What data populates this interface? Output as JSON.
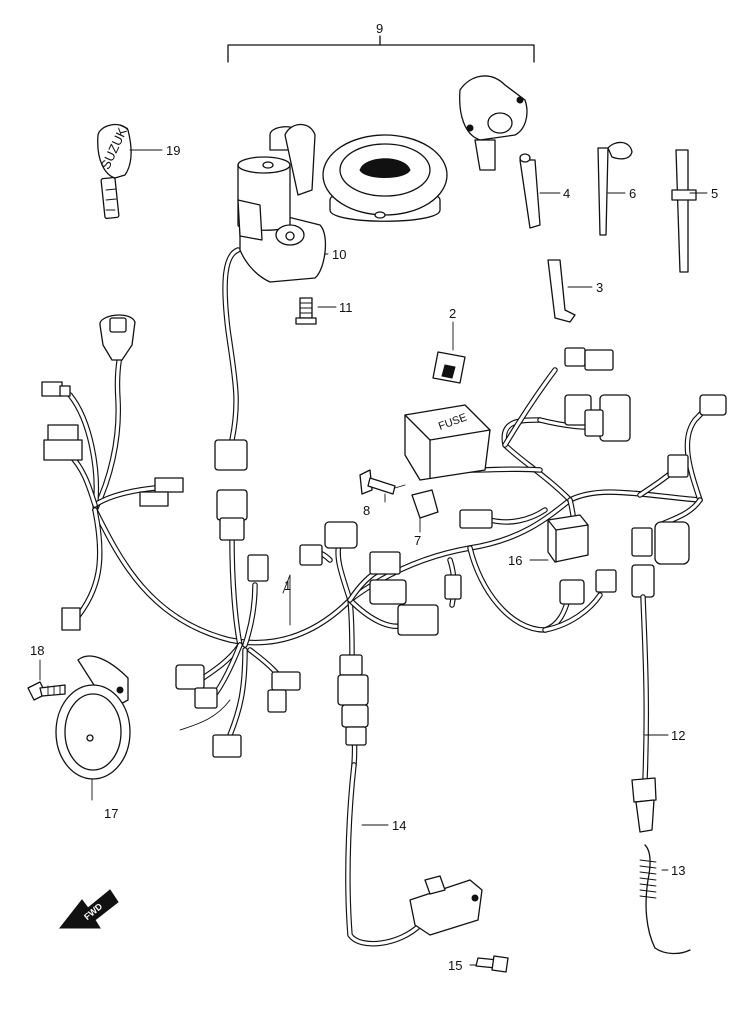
{
  "callouts": {
    "c1": "1",
    "c2": "2",
    "c3": "3",
    "c4": "4",
    "c5": "5",
    "c6": "6",
    "c7": "7",
    "c8": "8",
    "c9": "9",
    "c10": "10",
    "c11": "11",
    "c12": "12",
    "c13": "13",
    "c14": "14",
    "c15": "15",
    "c16": "16",
    "c17": "17",
    "c18": "18",
    "c19": "19"
  },
  "fuse_box_text": "FUSE",
  "key_brand_text": "SUZUKI",
  "direction_arrow_text": "FWD",
  "colors": {
    "line": "#111111",
    "background": "#ffffff"
  }
}
